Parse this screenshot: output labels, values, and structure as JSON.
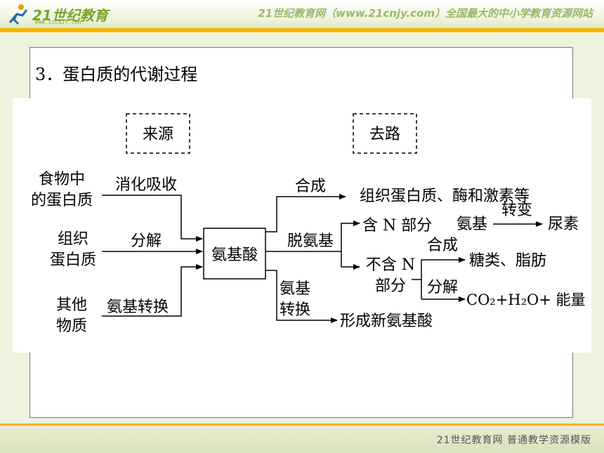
{
  "header": {
    "logo_text": "21世纪教育",
    "logo_sub": "WWW.21CNJY.COM",
    "slogan": "21世纪教育网（www.21cnjy.com）全国最大的中小学教育资源网站"
  },
  "slide": {
    "title": "3．蛋白质的代谢过程"
  },
  "diagram": {
    "source_header": "来源",
    "destination_header": "去路",
    "source_food_line1": "食物中",
    "source_food_line2": "的蛋白质",
    "source_tissue_line1": "组织",
    "source_tissue_line2": "蛋白质",
    "source_other_line1": "其他",
    "source_other_line2": "物质",
    "process_digest": "消化吸收",
    "process_decompose": "分解",
    "process_transamination": "氨基转换",
    "center_node": "氨基酸",
    "branch_synthesis": "合成",
    "branch_deamination": "脱氨基",
    "branch_amino_line1": "氨基",
    "branch_amino_line2": "转换",
    "product_proteins": "组织蛋白质、酶和激素等",
    "n_part": "含 N 部分",
    "amino_group": "氨基",
    "transform": "转变",
    "urea": "尿素",
    "non_n_line1": "不含 N",
    "non_n_line2": "部分",
    "non_n_synthesis": "合成",
    "non_n_decompose": "分解",
    "sugar_fat": "糖类、脂肪",
    "co2_h2o_energy": "CO₂+H₂O+ 能量",
    "new_amino": "形成新氨基酸"
  },
  "footer": {
    "text": "21世纪教育网   普通教学资源模版"
  }
}
